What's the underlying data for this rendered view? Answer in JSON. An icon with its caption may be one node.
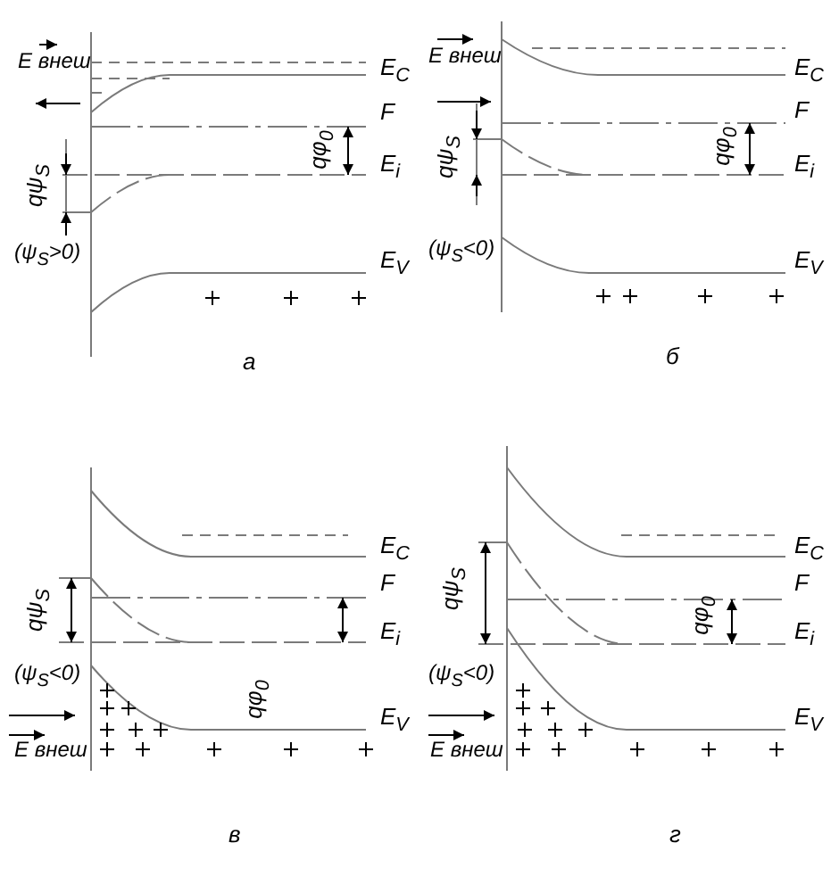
{
  "diagram": {
    "labels": [
      "E внеш",
      "E$_{C}$",
      "F",
      "qφ$_{0}$",
      "E$_{i}$",
      "qψ$_{S}$",
      "(ψ$_{S}$>0)",
      "E$_{V}$",
      "а",
      "E внеш",
      "E$_{C}$",
      "F",
      "qψ$_{S}$",
      "qφ$_{0}$",
      "E$_{i}$",
      "(ψ$_{S}$<0)",
      "E$_{V}$",
      "б",
      "E$_{C}$",
      "F",
      "qψ$_{S}$",
      "E$_{i}$",
      "(ψ$_{S}$<0)",
      "qφ$_{0}$",
      "E$_{V}$",
      "E внеш",
      "в",
      "E$_{C}$",
      "F",
      "qψ$_{S}$",
      "qφ$_{0}$",
      "E$_{i}$",
      "(ψ$_{S}$<0)",
      "E$_{V}$",
      "E внеш",
      "г"
    ]
  }
}
